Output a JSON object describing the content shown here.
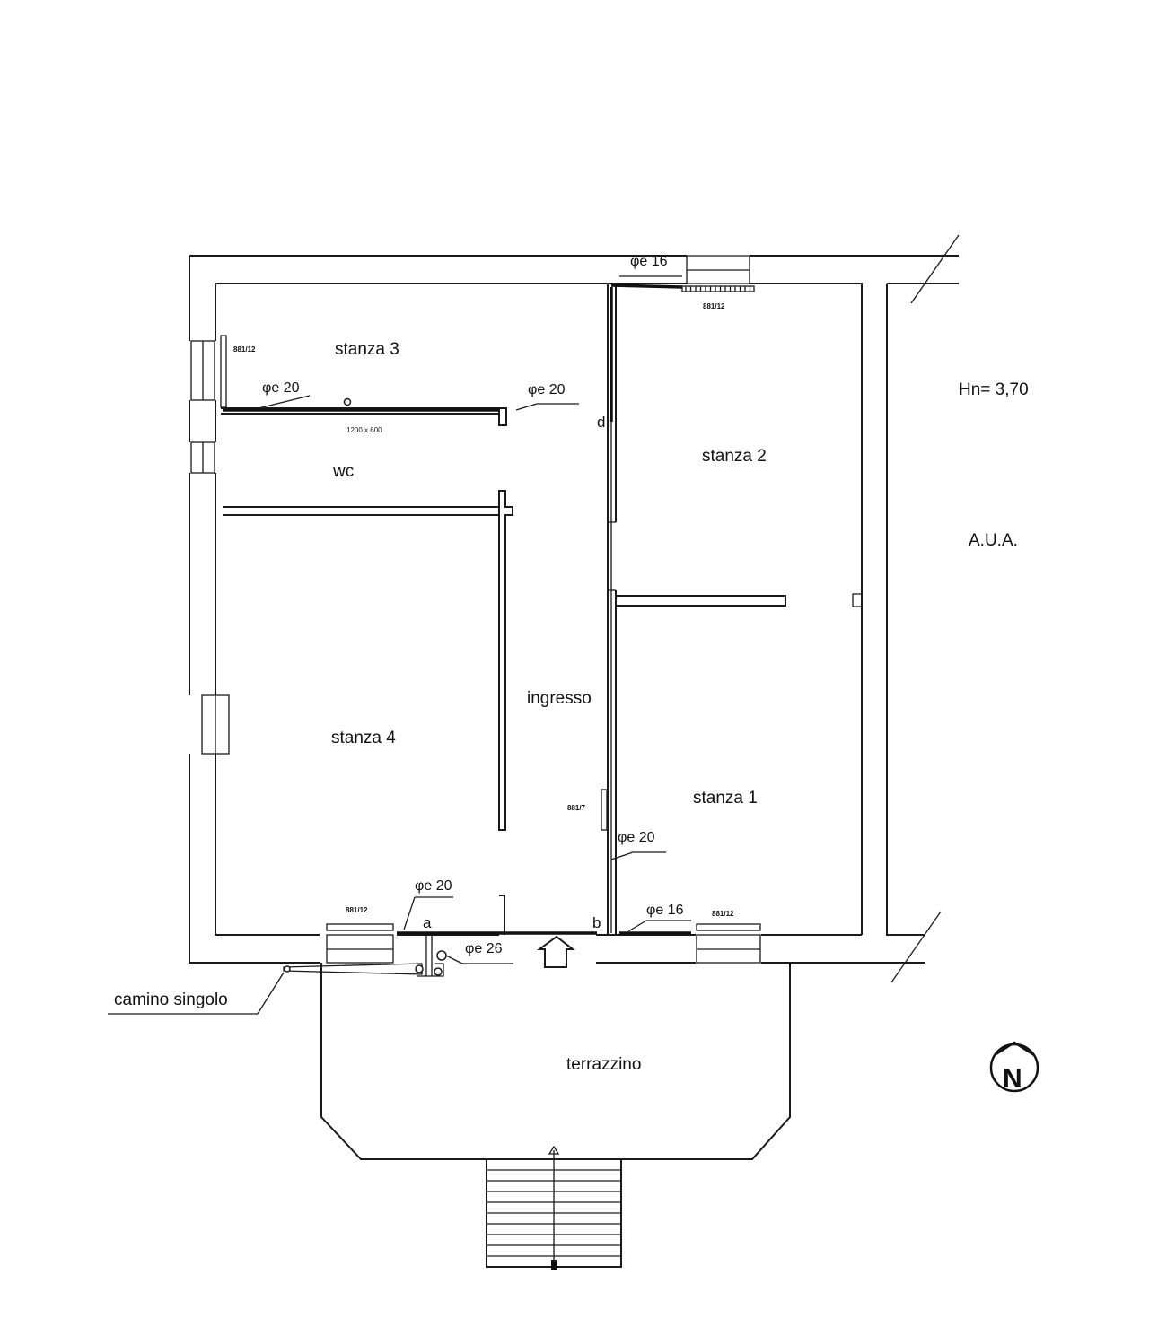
{
  "rooms": {
    "stanza1": "stanza 1",
    "stanza2": "stanza 2",
    "stanza3": "stanza 3",
    "stanza4": "stanza 4",
    "wc": "wc",
    "ingresso": "ingresso",
    "terrazzino": "terrazzino",
    "aua": "A.U.A."
  },
  "height_note": "Hn= 3,70",
  "chimney_label": "camino singolo",
  "pipes": {
    "top_fe16": "φe 16",
    "stanza3_fe20_left": "φe 20",
    "stanza3_fe20_right": "φe 20",
    "right_fe20": "φe 20",
    "bottom_fe20": "φe 20",
    "bottom_fe16": "φe 16",
    "bottom_fe26": "φe 26"
  },
  "radiators": {
    "top_right": "881/12",
    "left_stanza3": "881/12",
    "bottom_left": "881/12",
    "bottom_right": "881/12",
    "ingresso": "881/7"
  },
  "vent_size": "1200 x 600",
  "points": {
    "a": "a",
    "b": "b",
    "d": "d"
  },
  "compass_letter": "N"
}
